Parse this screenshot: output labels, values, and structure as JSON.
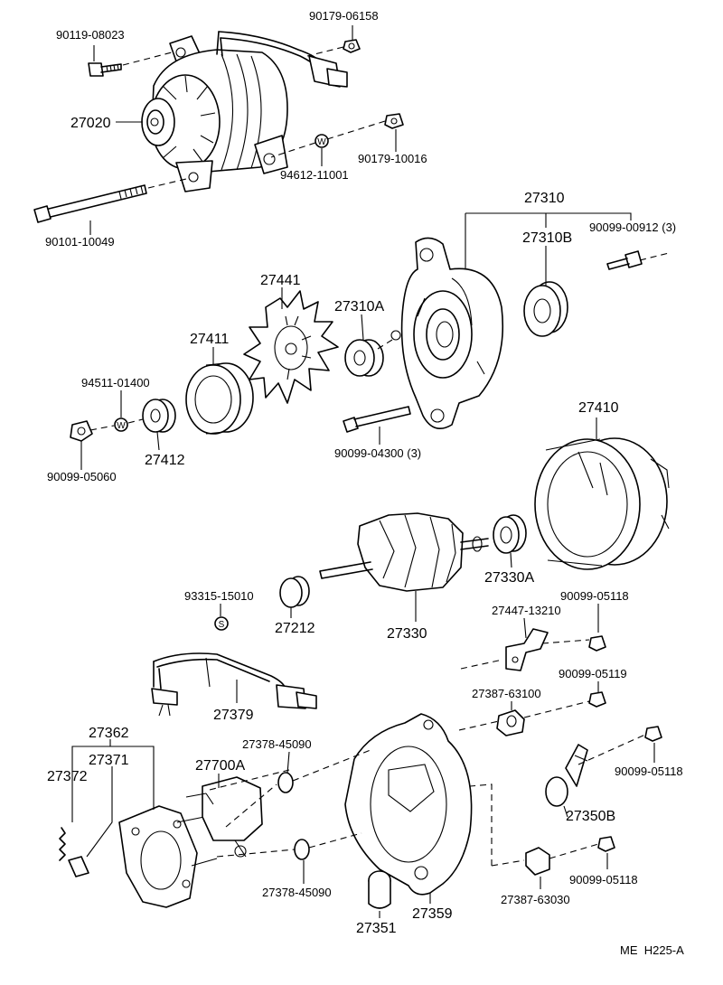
{
  "diagram_code": "ME  H225-A",
  "labels": {
    "p90119_08023": "90119-08023",
    "p90179_06158": "90179-06158",
    "p27020": "27020",
    "p90179_10016": "90179-10016",
    "p94612_11001": "94612-11001",
    "p90101_10049": "90101-10049",
    "p27310": "27310",
    "p27310B": "27310B",
    "p90099_00912": "90099-00912 (3)",
    "p27441": "27441",
    "p27310A": "27310A",
    "p27411": "27411",
    "p94511_01400": "94511-01400",
    "p27412": "27412",
    "p90099_05060": "90099-05060",
    "p90099_04300": "90099-04300 (3)",
    "p27410": "27410",
    "p27330A": "27330A",
    "p93315_15010": "93315-15010",
    "p27212": "27212",
    "p27330": "27330",
    "p27447_13210": "27447-13210",
    "p90099_05118a": "90099-05118",
    "p27379": "27379",
    "p90099_05119": "90099-05119",
    "p27387_63100": "27387-63100",
    "p27362": "27362",
    "p27371": "27371",
    "p27372": "27372",
    "p27700A": "27700A",
    "p27378_45090a": "27378-45090",
    "p90099_05118b": "90099-05118",
    "p27350B": "27350B",
    "p27378_45090b": "27378-45090",
    "p27351": "27351",
    "p27359": "27359",
    "p27387_63030": "27387-63030",
    "p90099_05118c": "90099-05118"
  },
  "marks": {
    "washer_w": "W",
    "symbol_s": "S"
  }
}
